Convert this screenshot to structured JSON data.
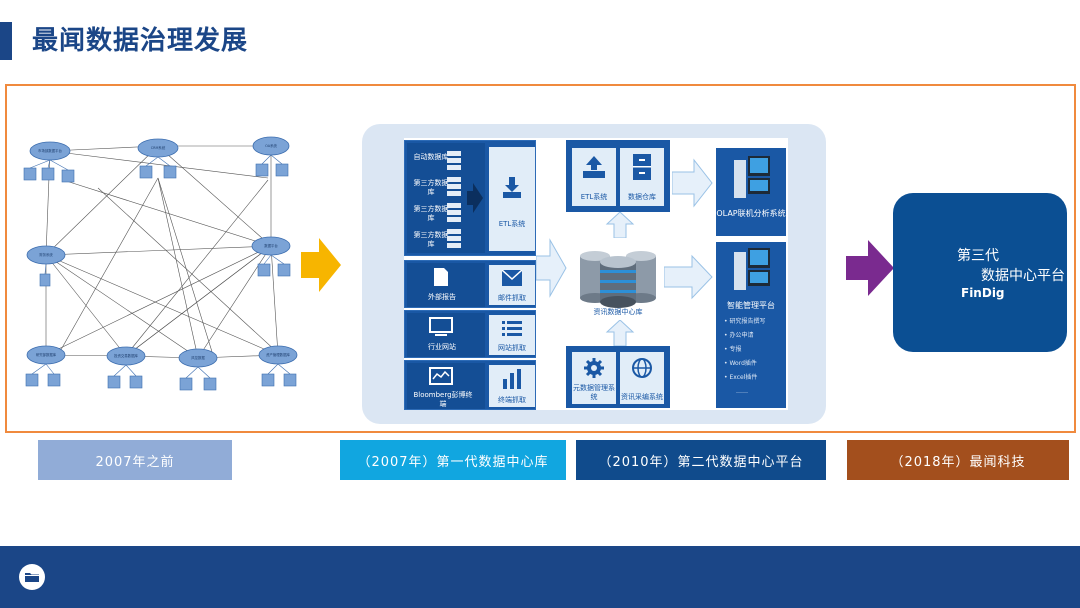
{
  "title": "最闻数据治理发展",
  "stages": [
    {
      "label": "2007年之前",
      "color": "#91acd7"
    },
    {
      "label": "（2007年）第一代数据中心库",
      "color": "#11a6e0"
    },
    {
      "label": "（2010年）第二代数据中心平台",
      "color": "#104b8c"
    },
    {
      "label": "（2018年）最闻科技",
      "color": "#a34f1d"
    }
  ],
  "gen0": {
    "nodes": [
      "市场部数据平台",
      "CRM系统",
      "OA系统",
      "财务系统",
      "数据平台",
      "研究部数据库",
      "投资交易数据库",
      "风控数据",
      "资产管理数据库"
    ]
  },
  "gen1": {
    "sources": {
      "group1": [
        "自动数据库",
        "第三方数据库",
        "第三方数据库",
        "第三方数据库"
      ],
      "etl": "ETL系统",
      "report": "外部报告",
      "email": "邮件抓取",
      "website": "行业网站",
      "crawl": "网站抓取",
      "bloomberg": "Bloomberg彭博终端",
      "terminal": "终端抓取"
    },
    "top": {
      "etl": "ETL系统",
      "warehouse": "数据仓库"
    },
    "core": "资讯数据中心库",
    "bottom": {
      "metadata": "元数据管理系统",
      "collect": "资讯采编系统"
    }
  },
  "gen2": {
    "olap": "OLAP联机分析系统",
    "mgmt_title": "智能管理平台",
    "mgmt_items": [
      "研究报告撰写",
      "办公申请",
      "专报",
      "Word插件",
      "Excel插件",
      "……"
    ]
  },
  "gen3": {
    "line1": "第三代",
    "line2": "数据中心平台",
    "line3": "FinDig"
  }
}
